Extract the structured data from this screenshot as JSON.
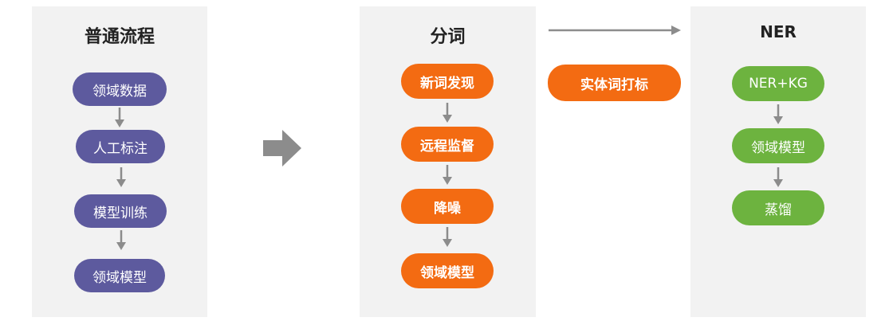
{
  "colors": {
    "panel_bg": "#f2f2f2",
    "purple": "#5d5a9e",
    "orange": "#f36b12",
    "green": "#6db33f",
    "arrow_gray": "#8c8c8c"
  },
  "left": {
    "title": "普通流程",
    "steps": [
      "领域数据",
      "人工标注",
      "模型训练",
      "领域模型"
    ]
  },
  "middle": {
    "title": "分词",
    "steps": [
      "新词发现",
      "远程监督",
      "降噪",
      "领域模型"
    ]
  },
  "bridge": {
    "label": "实体词打标"
  },
  "right": {
    "title": "NER",
    "steps": [
      "NER+KG",
      "领域模型",
      "蒸馏"
    ]
  }
}
